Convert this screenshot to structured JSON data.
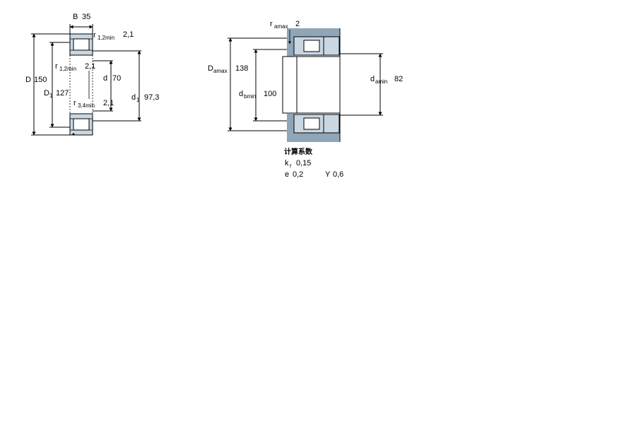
{
  "bearing_view": {
    "B": {
      "symbol": "B",
      "value": "35"
    },
    "r12_top": {
      "symbol": "r",
      "sub": "1,2min",
      "value": "2,1"
    },
    "r12_inner": {
      "symbol": "r",
      "sub": "1,2min",
      "value": "2,1"
    },
    "r34": {
      "symbol": "r",
      "sub": "3,4min",
      "value": "2,1"
    },
    "D": {
      "symbol": "D",
      "value": "150"
    },
    "D1": {
      "symbol": "D",
      "sub": "1",
      "value": "127"
    },
    "d": {
      "symbol": "d",
      "value": "70"
    },
    "d1": {
      "symbol": "d",
      "sub": "1",
      "value": "97,3"
    }
  },
  "mounting_view": {
    "ra": {
      "symbol": "r",
      "sub": "amax",
      "value": "2"
    },
    "Da": {
      "symbol": "D",
      "sub": "amax",
      "value": "138"
    },
    "db": {
      "symbol": "d",
      "sub": "bmin",
      "value": "100"
    },
    "da": {
      "symbol": "d",
      "sub": "amin",
      "value": "82"
    }
  },
  "calc_factors": {
    "heading": "计算系数",
    "kr": {
      "symbol": "k",
      "sub": "r",
      "value": "0,15"
    },
    "e": {
      "symbol": "e",
      "value": "0,2"
    },
    "Y": {
      "symbol": "Y",
      "value": "0,6"
    }
  },
  "colors": {
    "ring": "#c9d7e3",
    "housing": "#8fa6b8"
  }
}
